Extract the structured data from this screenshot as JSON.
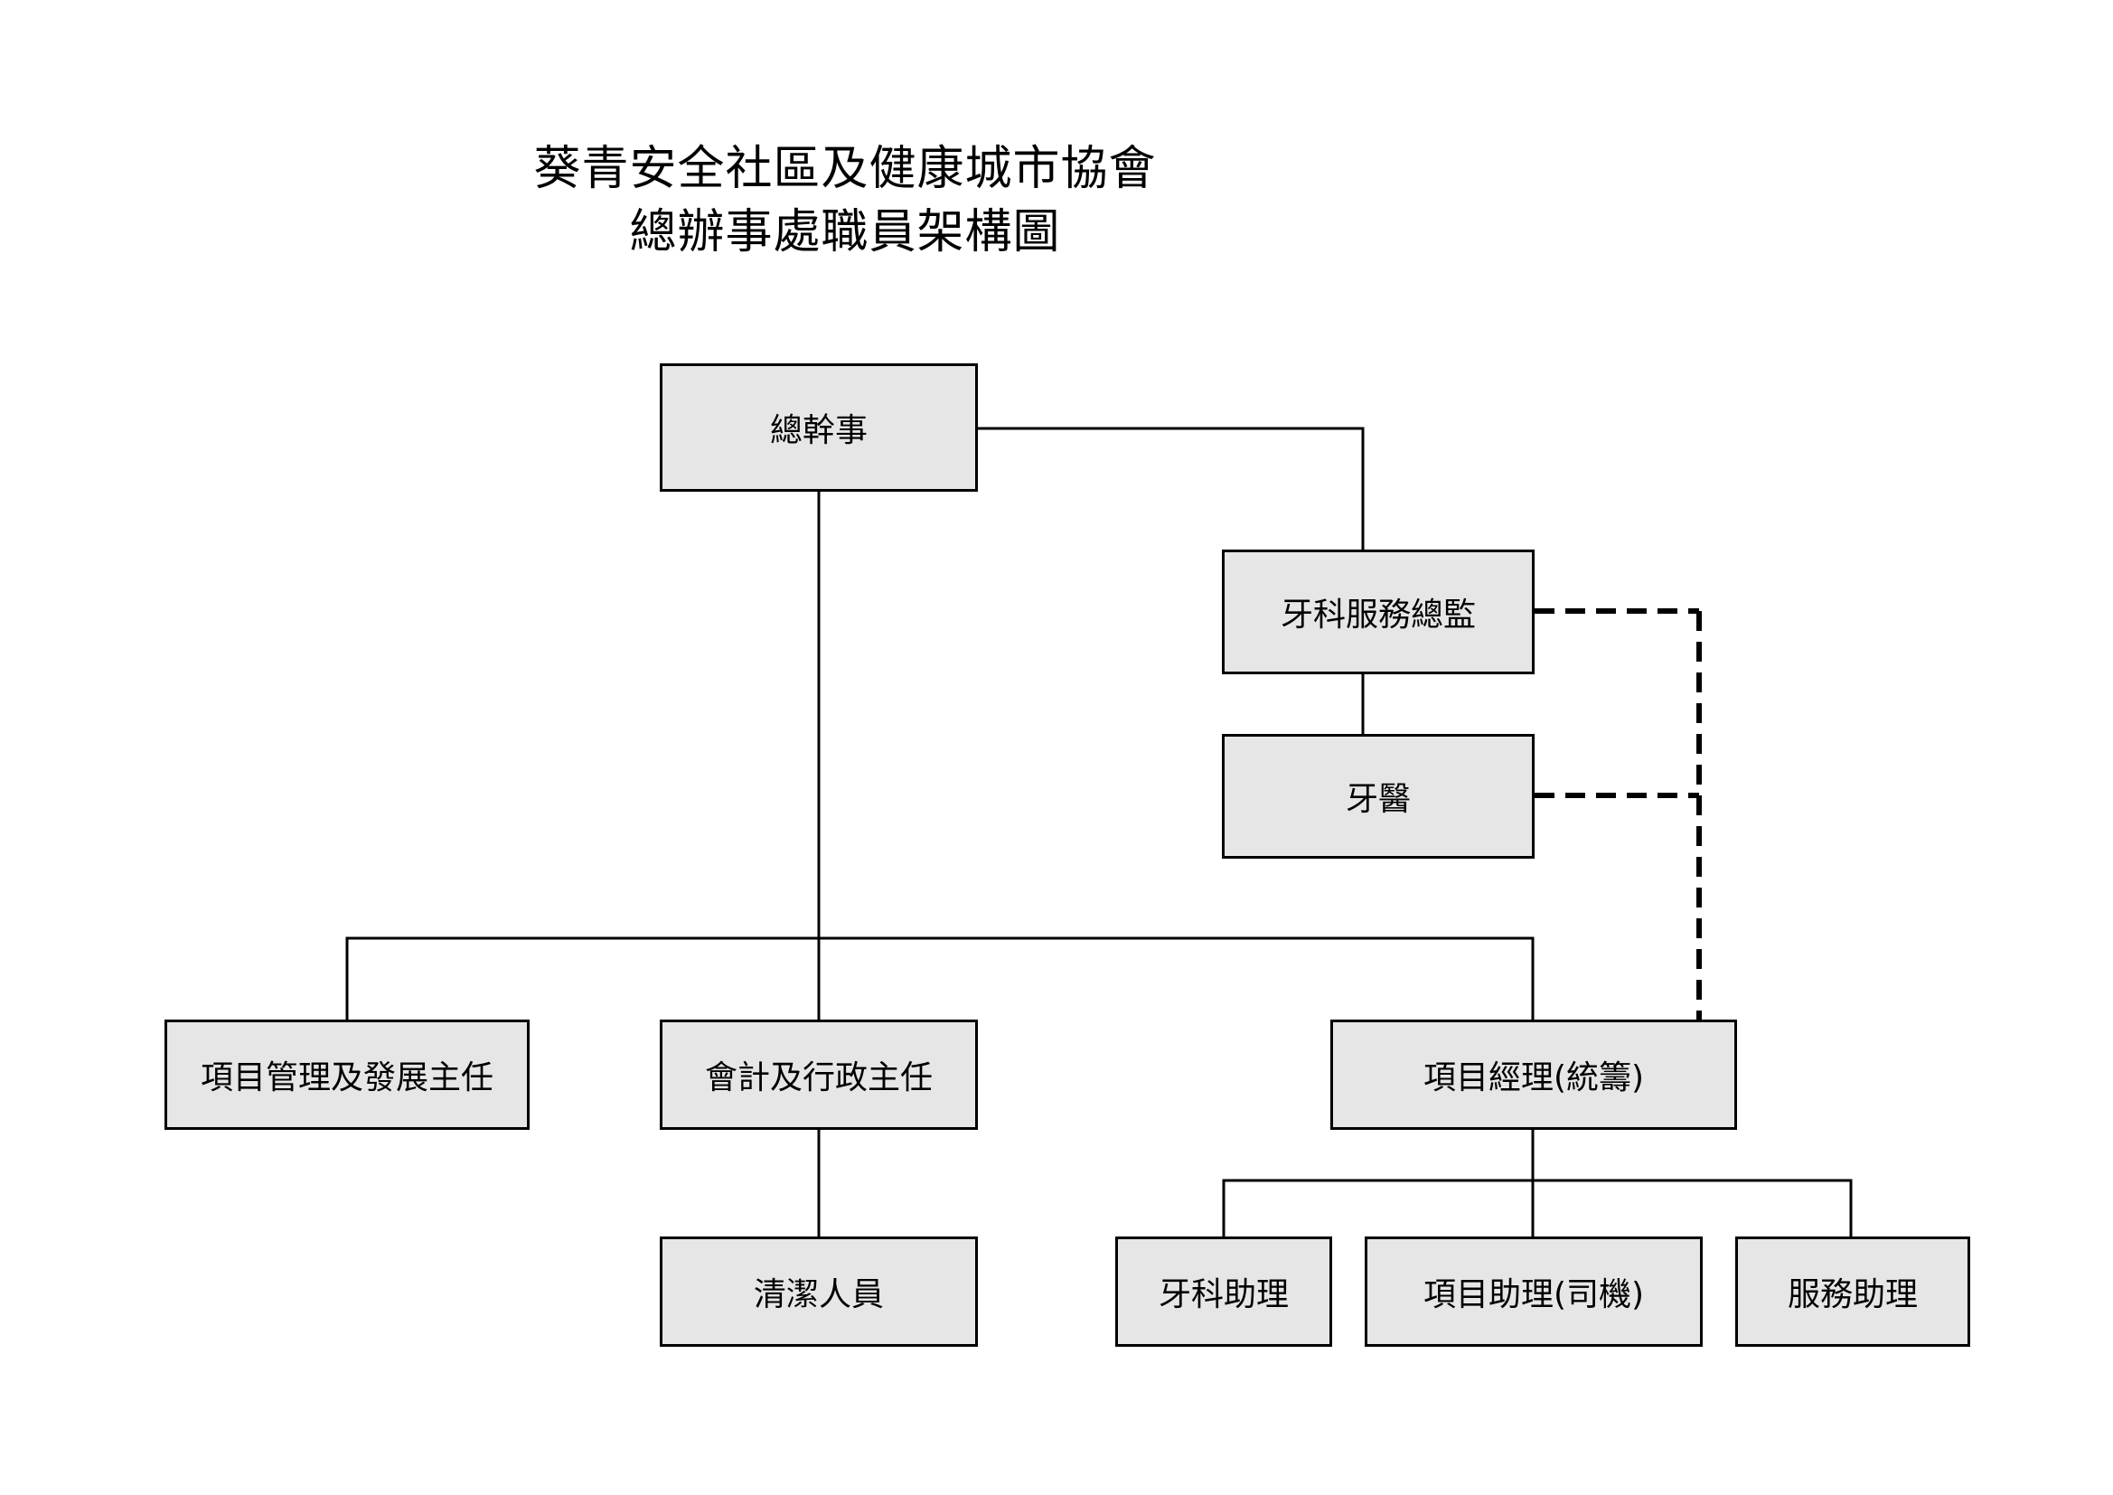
{
  "title": {
    "line1": "葵青安全社區及健康城市協會",
    "line2": "總辦事處職員架構圖"
  },
  "nodes": {
    "general_secretary": "總幹事",
    "dental_director": "牙科服務總監",
    "dentist": "牙醫",
    "project_mgmt_dev_supervisor": "項目管理及發展主任",
    "accounting_admin_supervisor": "會計及行政主任",
    "project_manager_coordination": "項目經理(統籌)",
    "cleaning_staff": "清潔人員",
    "dental_assistant": "牙科助理",
    "project_assistant_driver": "項目助理(司機)",
    "service_assistant": "服務助理"
  }
}
